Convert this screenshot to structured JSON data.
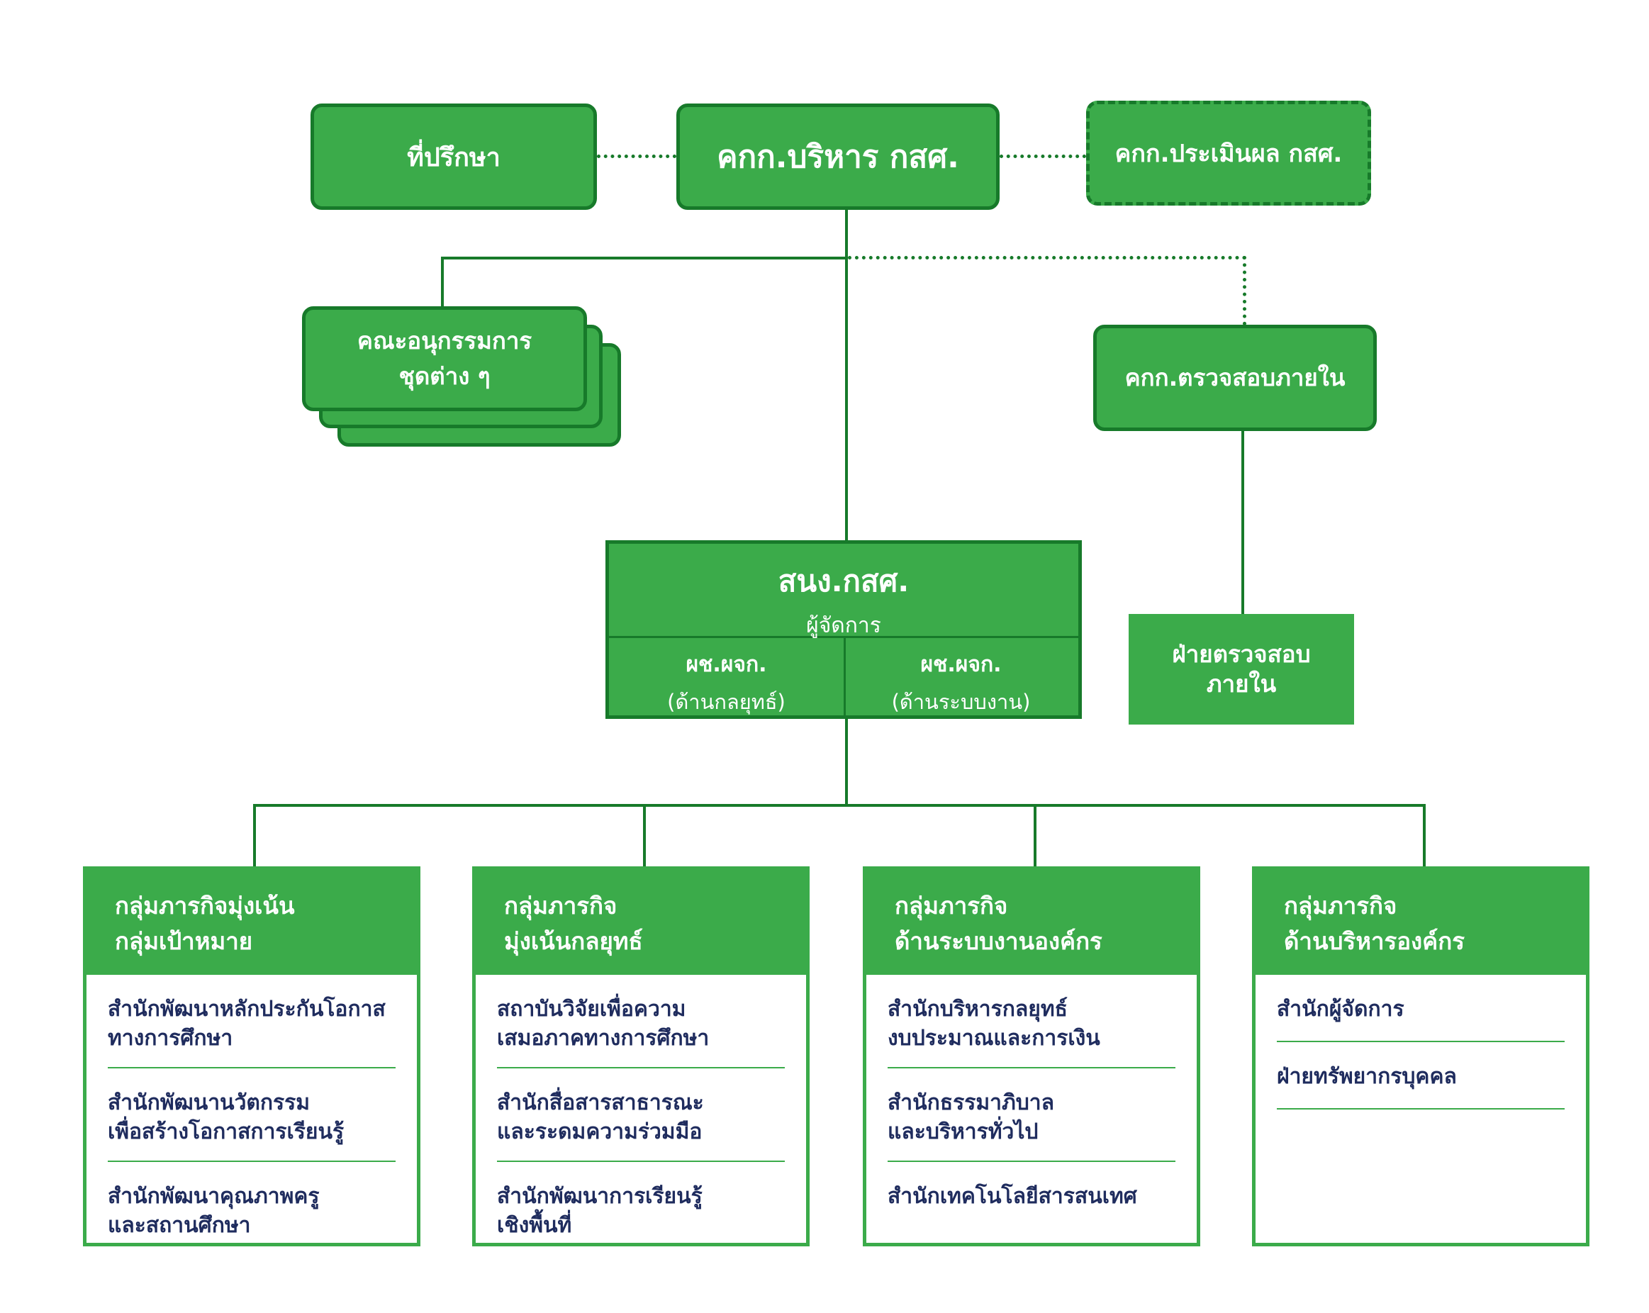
{
  "board": {
    "advisor": "ที่ปรึกษา",
    "executive": "คกก.บริหาร กสศ.",
    "evaluation": "คกก.ประเมินผล กสศ.",
    "subcommittees": [
      "คณะอนุกรรมการ",
      "ชุดต่าง ๆ"
    ],
    "internal_audit_committee": "คกก.ตรวจสอบภายใน"
  },
  "office": {
    "name": "สนง.กสศ.",
    "role": "ผู้จัดการ",
    "deputies": [
      {
        "title": "ผช.ผจก.",
        "area": "(ด้านกลยุทธ์)"
      },
      {
        "title": "ผช.ผจก.",
        "area": "(ด้านระบบงาน)"
      }
    ]
  },
  "internal_audit_unit": [
    "ฝ่ายตรวจสอบ",
    "ภายใน"
  ],
  "groups": [
    {
      "title": [
        "กลุ่มภารกิจมุ่งเน้น",
        "กลุ่มเป้าหมาย"
      ],
      "units": [
        [
          "สำนักพัฒนาหลักประกันโอกาส",
          "ทางการศึกษา"
        ],
        [
          "สำนักพัฒนานวัตกรรม",
          "เพื่อสร้างโอกาสการเรียนรู้"
        ],
        [
          "สำนักพัฒนาคุณภาพครู",
          "และสถานศึกษา"
        ]
      ]
    },
    {
      "title": [
        "กลุ่มภารกิจ",
        "มุ่งเน้นกลยุทธ์"
      ],
      "units": [
        [
          "สถาบันวิจัยเพื่อความ",
          "เสมอภาคทางการศึกษา"
        ],
        [
          "สำนักสื่อสารสาธารณะ",
          "และระดมความร่วมมือ"
        ],
        [
          "สำนักพัฒนาการเรียนรู้",
          "เชิงพื้นที่"
        ]
      ]
    },
    {
      "title": [
        "กลุ่มภารกิจ",
        "ด้านระบบงานองค์กร"
      ],
      "units": [
        [
          "สำนักบริหารกลยุทธ์",
          "งบประมาณและการเงิน"
        ],
        [
          "สำนักธรรมาภิบาล",
          "และบริหารทั่วไป"
        ],
        [
          "สำนักเทคโนโลยีสารสนเทศ"
        ]
      ]
    },
    {
      "title": [
        "กลุ่มภารกิจ",
        "ด้านบริหารองค์กร"
      ],
      "units": [
        [
          "สำนักผู้จัดการ"
        ],
        [
          "ฝ่ายทรัพยากรบุคคล"
        ]
      ]
    }
  ],
  "colors": {
    "fill": "#3bab4a",
    "border": "#177a2a",
    "unit_text": "#1f2c5e"
  }
}
